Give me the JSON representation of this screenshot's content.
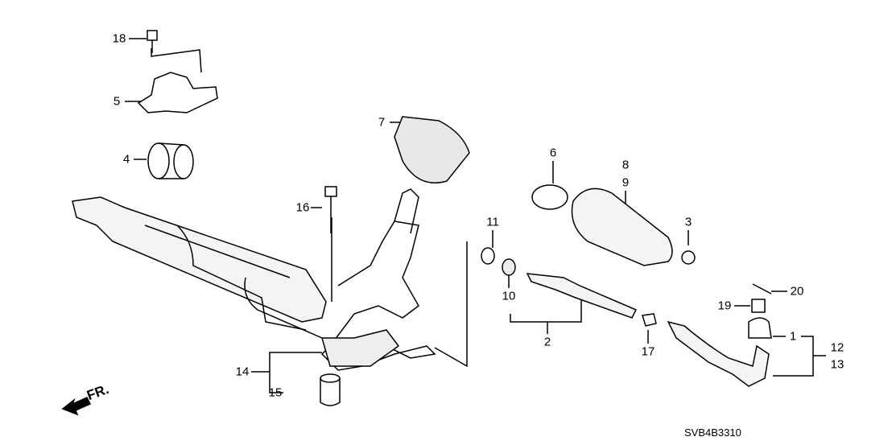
{
  "diagram": {
    "callouts": [
      "1",
      "2",
      "3",
      "4",
      "5",
      "6",
      "7",
      "8",
      "9",
      "10",
      "11",
      "12",
      "13",
      "14",
      "15",
      "16",
      "17",
      "18",
      "19",
      "20"
    ],
    "direction_label": "FR.",
    "diagram_code": "SVB4B3310"
  }
}
